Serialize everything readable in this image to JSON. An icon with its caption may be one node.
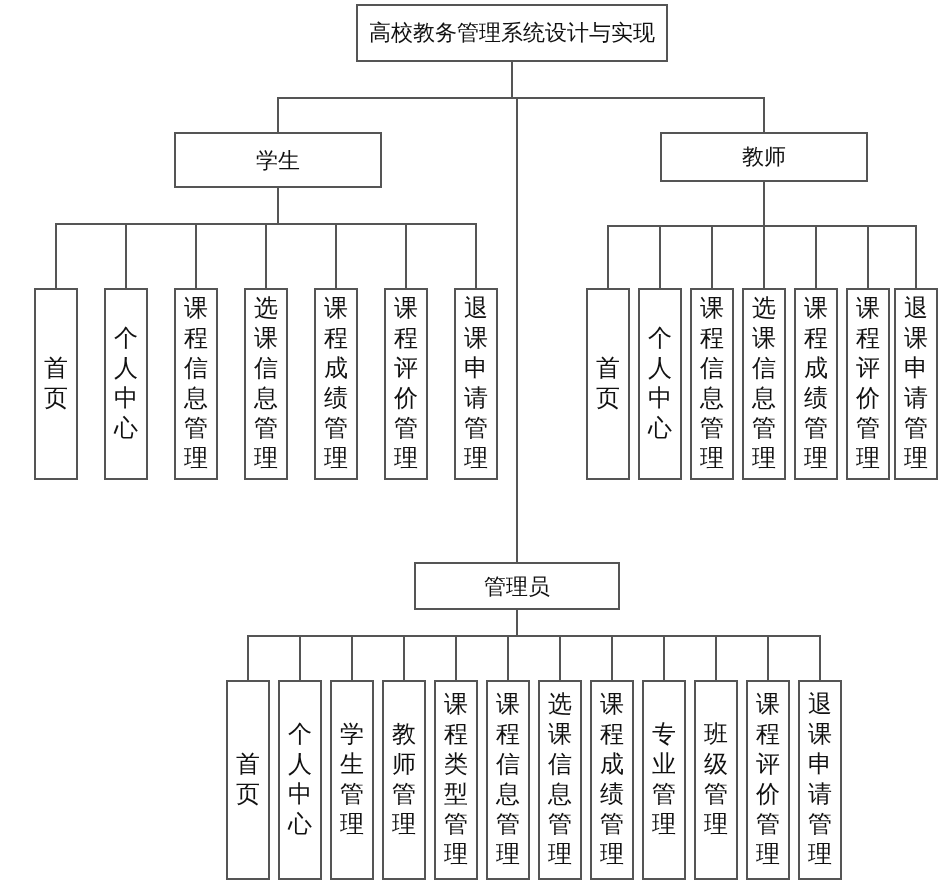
{
  "diagram": {
    "nodes": [
      {
        "text": [
          "高校教务管理系统设计与实现"
        ]
      },
      {
        "text": [
          "学生"
        ]
      },
      {
        "text": [
          "教师"
        ]
      },
      {
        "text": [
          "首页"
        ]
      },
      {
        "text": [
          "个人中心"
        ]
      },
      {
        "text": [
          "课程信息管理"
        ]
      },
      {
        "text": [
          "选课信息管理"
        ]
      },
      {
        "text": [
          "课程成绩管理"
        ]
      },
      {
        "text": [
          "课程评价管理"
        ]
      },
      {
        "text": [
          "退课申请管理"
        ]
      },
      {
        "text": [
          "首页"
        ]
      },
      {
        "text": [
          "个人中心"
        ]
      },
      {
        "text": [
          "课程信息管理"
        ]
      },
      {
        "text": [
          "选课信息管理"
        ]
      },
      {
        "text": [
          "课程成绩管理"
        ]
      },
      {
        "text": [
          "课程评价管理"
        ]
      },
      {
        "text": [
          "退课申请管理"
        ]
      },
      {
        "text": [
          "管理员"
        ]
      },
      {
        "text": [
          "首页"
        ]
      },
      {
        "text": [
          "个人中心"
        ]
      },
      {
        "text": [
          "学生管理"
        ]
      },
      {
        "text": [
          "教师管理"
        ]
      },
      {
        "text": [
          "课程类型管理"
        ]
      },
      {
        "text": [
          "课程信息管理"
        ]
      },
      {
        "text": [
          "选课信息管理"
        ]
      },
      {
        "text": [
          "课程成绩管理"
        ]
      },
      {
        "text": [
          "专业管理"
        ]
      },
      {
        "text": [
          "班级管理"
        ]
      },
      {
        "text": [
          "课程评价管理"
        ]
      },
      {
        "text": [
          "退课申请管理"
        ]
      }
    ],
    "edges": [
      {
        "from": 0,
        "to": 1,
        "arrow": "none"
      },
      {
        "from": 0,
        "to": 2,
        "arrow": "none"
      },
      {
        "from": 0,
        "to": 17,
        "arrow": "none"
      },
      {
        "from": 1,
        "to": 3,
        "arrow": "none"
      },
      {
        "from": 1,
        "to": 4,
        "arrow": "none"
      },
      {
        "from": 1,
        "to": 5,
        "arrow": "none"
      },
      {
        "from": 1,
        "to": 6,
        "arrow": "none"
      },
      {
        "from": 1,
        "to": 7,
        "arrow": "none"
      },
      {
        "from": 1,
        "to": 8,
        "arrow": "none"
      },
      {
        "from": 1,
        "to": 9,
        "arrow": "none"
      },
      {
        "from": 2,
        "to": 10,
        "arrow": "none"
      },
      {
        "from": 2,
        "to": 11,
        "arrow": "none"
      },
      {
        "from": 2,
        "to": 12,
        "arrow": "none"
      },
      {
        "from": 2,
        "to": 13,
        "arrow": "none"
      },
      {
        "from": 2,
        "to": 14,
        "arrow": "none"
      },
      {
        "from": 2,
        "to": 15,
        "arrow": "none"
      },
      {
        "from": 2,
        "to": 16,
        "arrow": "none"
      },
      {
        "from": 17,
        "to": 18,
        "arrow": "none"
      },
      {
        "from": 17,
        "to": 19,
        "arrow": "none"
      },
      {
        "from": 17,
        "to": 20,
        "arrow": "none"
      },
      {
        "from": 17,
        "to": 21,
        "arrow": "none"
      },
      {
        "from": 17,
        "to": 22,
        "arrow": "none"
      },
      {
        "from": 17,
        "to": 23,
        "arrow": "none"
      },
      {
        "from": 17,
        "to": 24,
        "arrow": "none"
      },
      {
        "from": 17,
        "to": 25,
        "arrow": "none"
      },
      {
        "from": 17,
        "to": 26,
        "arrow": "none"
      },
      {
        "from": 17,
        "to": 27,
        "arrow": "none"
      },
      {
        "from": 17,
        "to": 28,
        "arrow": "none"
      },
      {
        "from": 17,
        "to": 29,
        "arrow": "none"
      }
    ]
  }
}
